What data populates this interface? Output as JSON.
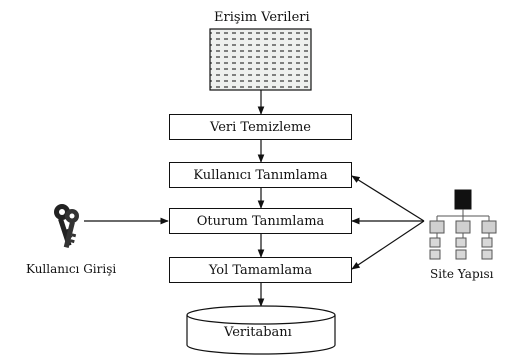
{
  "title": "Erişim Verileri",
  "steps": {
    "s1": "Veri Temizleme",
    "s2": "Kullanıcı Tanımlama",
    "s3": "Oturum Tanımlama",
    "s4": "Yol Tamamlama"
  },
  "database": "Veritabanı",
  "left_input": "Kullanıcı Girişi",
  "right_input": "Site Yapısı",
  "icons": {
    "data_source": "striped-data-file-icon",
    "user": "keys-icon",
    "site": "site-hierarchy-icon"
  }
}
